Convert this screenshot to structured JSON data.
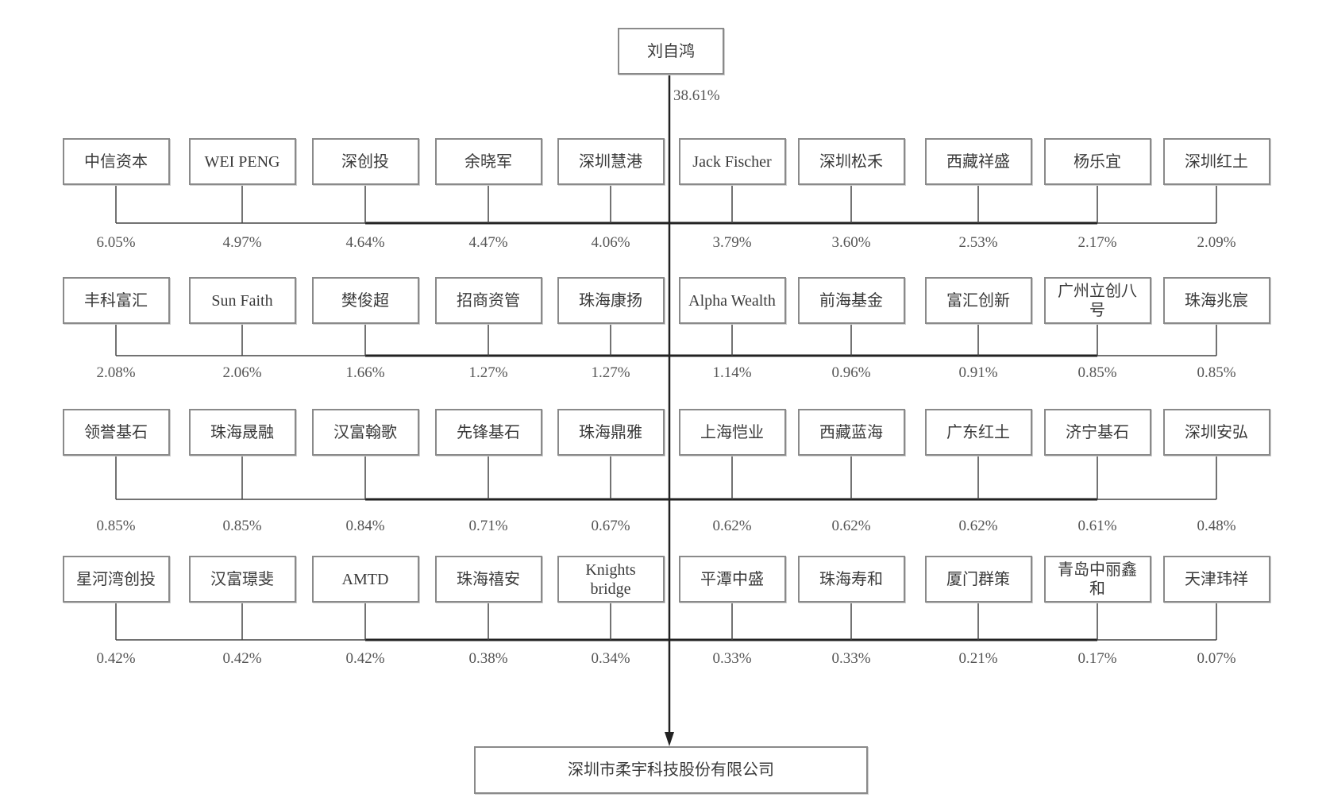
{
  "top_holder": {
    "name": "刘自鸿",
    "pct": "38.61%"
  },
  "company": "深圳市柔宇科技股份有限公司",
  "rows": [
    [
      {
        "name": "中信资本",
        "pct": "6.05%"
      },
      {
        "name": "WEI PENG",
        "pct": "4.97%"
      },
      {
        "name": "深创投",
        "pct": "4.64%"
      },
      {
        "name": "余晓军",
        "pct": "4.47%"
      },
      {
        "name": "深圳慧港",
        "pct": "4.06%"
      },
      {
        "name": "Jack Fischer",
        "pct": "3.79%"
      },
      {
        "name": "深圳松禾",
        "pct": "3.60%"
      },
      {
        "name": "西藏祥盛",
        "pct": "2.53%"
      },
      {
        "name": "杨乐宜",
        "pct": "2.17%"
      },
      {
        "name": "深圳红土",
        "pct": "2.09%"
      }
    ],
    [
      {
        "name": "丰科富汇",
        "pct": "2.08%"
      },
      {
        "name": "Sun Faith",
        "pct": "2.06%"
      },
      {
        "name": "樊俊超",
        "pct": "1.66%"
      },
      {
        "name": "招商资管",
        "pct": "1.27%"
      },
      {
        "name": "珠海康扬",
        "pct": "1.27%"
      },
      {
        "name": "Alpha Wealth",
        "pct": "1.14%"
      },
      {
        "name": "前海基金",
        "pct": "0.96%"
      },
      {
        "name": "富汇创新",
        "pct": "0.91%"
      },
      {
        "name": "广州立创八号",
        "pct": "0.85%"
      },
      {
        "name": "珠海兆宸",
        "pct": "0.85%"
      }
    ],
    [
      {
        "name": "领誉基石",
        "pct": "0.85%"
      },
      {
        "name": "珠海晟融",
        "pct": "0.85%"
      },
      {
        "name": "汉富翰歌",
        "pct": "0.84%"
      },
      {
        "name": "先锋基石",
        "pct": "0.71%"
      },
      {
        "name": "珠海鼎雅",
        "pct": "0.67%"
      },
      {
        "name": "上海恺业",
        "pct": "0.62%"
      },
      {
        "name": "西藏蓝海",
        "pct": "0.62%"
      },
      {
        "name": "广东红土",
        "pct": "0.62%"
      },
      {
        "name": "济宁基石",
        "pct": "0.61%"
      },
      {
        "name": "深圳安弘",
        "pct": "0.48%"
      }
    ],
    [
      {
        "name": "星河湾创投",
        "pct": "0.42%"
      },
      {
        "name": "汉富璟斐",
        "pct": "0.42%"
      },
      {
        "name": "AMTD",
        "pct": "0.42%"
      },
      {
        "name": "珠海禧安",
        "pct": "0.38%"
      },
      {
        "name": "Knights bridge",
        "pct": "0.34%"
      },
      {
        "name": "平潭中盛",
        "pct": "0.33%"
      },
      {
        "name": "珠海寿和",
        "pct": "0.33%"
      },
      {
        "name": "厦门群策",
        "pct": "0.21%"
      },
      {
        "name": "青岛中丽鑫和",
        "pct": "0.17%"
      },
      {
        "name": "天津玮祥",
        "pct": "0.07%"
      }
    ]
  ],
  "colors": {
    "border": "#8a8a8a",
    "line": "#444444",
    "trunk": "#222222"
  }
}
